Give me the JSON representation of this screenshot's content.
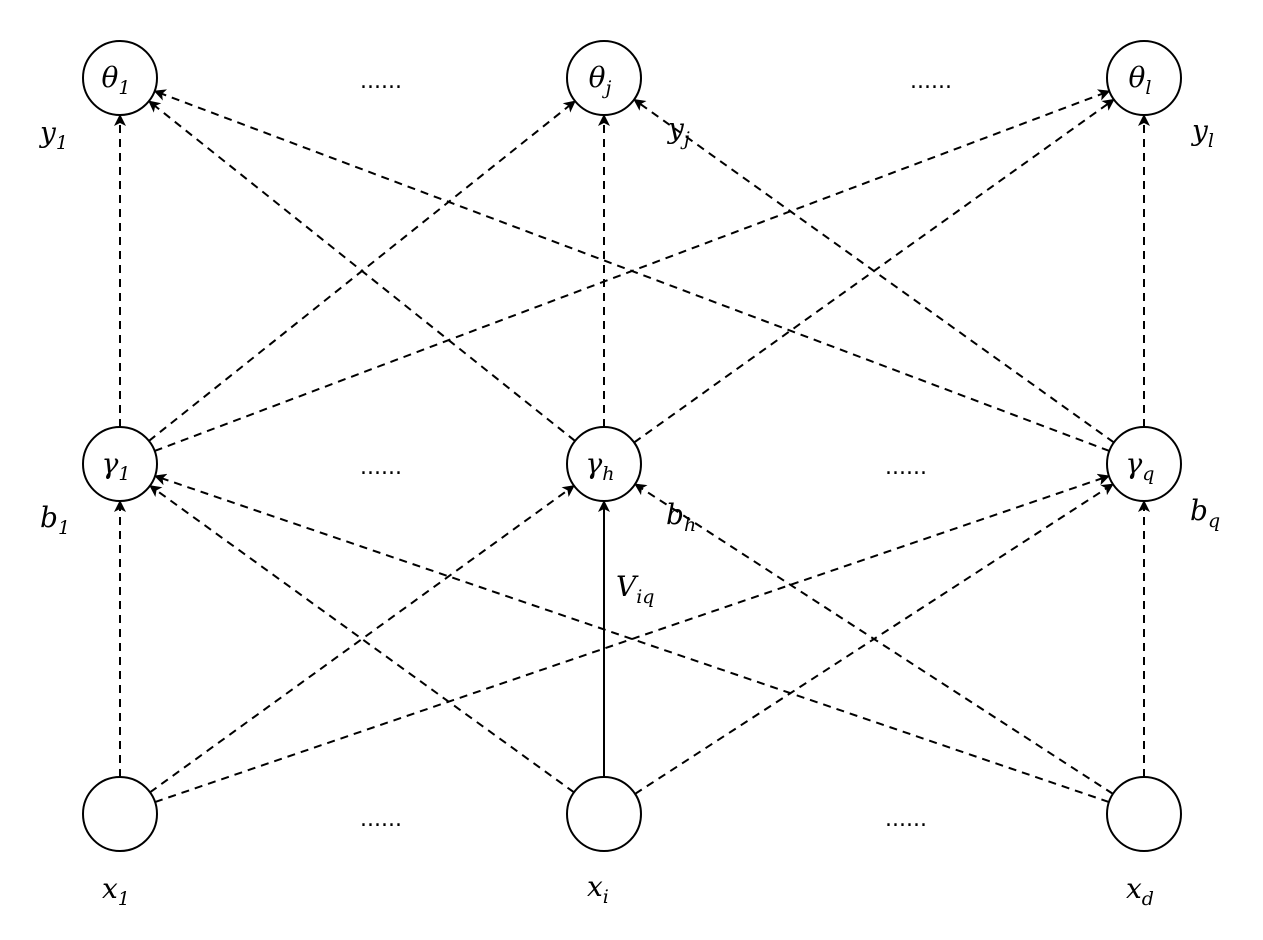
{
  "title": "Multilayer feedforward neural network",
  "layers": {
    "output": {
      "nodes": [
        {
          "id": "o1",
          "symbol": "θ",
          "sub": "1",
          "output_label": {
            "main": "y",
            "sub": "1"
          }
        },
        {
          "id": "oj",
          "symbol": "θ",
          "sub": "j",
          "output_label": {
            "main": "y",
            "sub": "j"
          }
        },
        {
          "id": "ol",
          "symbol": "θ",
          "sub": "l",
          "output_label": {
            "main": "y",
            "sub": "l"
          }
        }
      ]
    },
    "hidden": {
      "nodes": [
        {
          "id": "h1",
          "symbol": "γ",
          "sub": "1",
          "output_label": {
            "main": "b",
            "sub": "1"
          }
        },
        {
          "id": "hh",
          "symbol": "γ",
          "sub": "h",
          "output_label": {
            "main": "b",
            "sub": "h"
          }
        },
        {
          "id": "hq",
          "symbol": "γ",
          "sub": "q",
          "output_label": {
            "main": "b",
            "sub": "q"
          }
        }
      ]
    },
    "input": {
      "nodes": [
        {
          "id": "i1",
          "symbol": "",
          "sub": "",
          "output_label": {
            "main": "x",
            "sub": "1"
          }
        },
        {
          "id": "ii",
          "symbol": "",
          "sub": "",
          "output_label": {
            "main": "x",
            "sub": "i"
          }
        },
        {
          "id": "id",
          "symbol": "",
          "sub": "",
          "output_label": {
            "main": "x",
            "sub": "d"
          }
        }
      ]
    }
  },
  "ellipsis": "......",
  "weight_label": {
    "main": "V",
    "sub": "iq"
  },
  "edges": [
    {
      "from": "h1",
      "to": "o1",
      "style": "dashed"
    },
    {
      "from": "h1",
      "to": "oj",
      "style": "dashed"
    },
    {
      "from": "h1",
      "to": "ol",
      "style": "dashed"
    },
    {
      "from": "hh",
      "to": "o1",
      "style": "dashed"
    },
    {
      "from": "hh",
      "to": "oj",
      "style": "dashed"
    },
    {
      "from": "hh",
      "to": "ol",
      "style": "dashed"
    },
    {
      "from": "hq",
      "to": "o1",
      "style": "dashed"
    },
    {
      "from": "hq",
      "to": "oj",
      "style": "dashed"
    },
    {
      "from": "hq",
      "to": "ol",
      "style": "dashed"
    },
    {
      "from": "i1",
      "to": "h1",
      "style": "dashed"
    },
    {
      "from": "i1",
      "to": "hh",
      "style": "dashed"
    },
    {
      "from": "i1",
      "to": "hq",
      "style": "dashed"
    },
    {
      "from": "ii",
      "to": "h1",
      "style": "dashed"
    },
    {
      "from": "ii",
      "to": "hh",
      "style": "solid"
    },
    {
      "from": "ii",
      "to": "hq",
      "style": "dashed"
    },
    {
      "from": "id",
      "to": "h1",
      "style": "dashed"
    },
    {
      "from": "id",
      "to": "hh",
      "style": "dashed"
    },
    {
      "from": "id",
      "to": "hq",
      "style": "dashed"
    }
  ]
}
